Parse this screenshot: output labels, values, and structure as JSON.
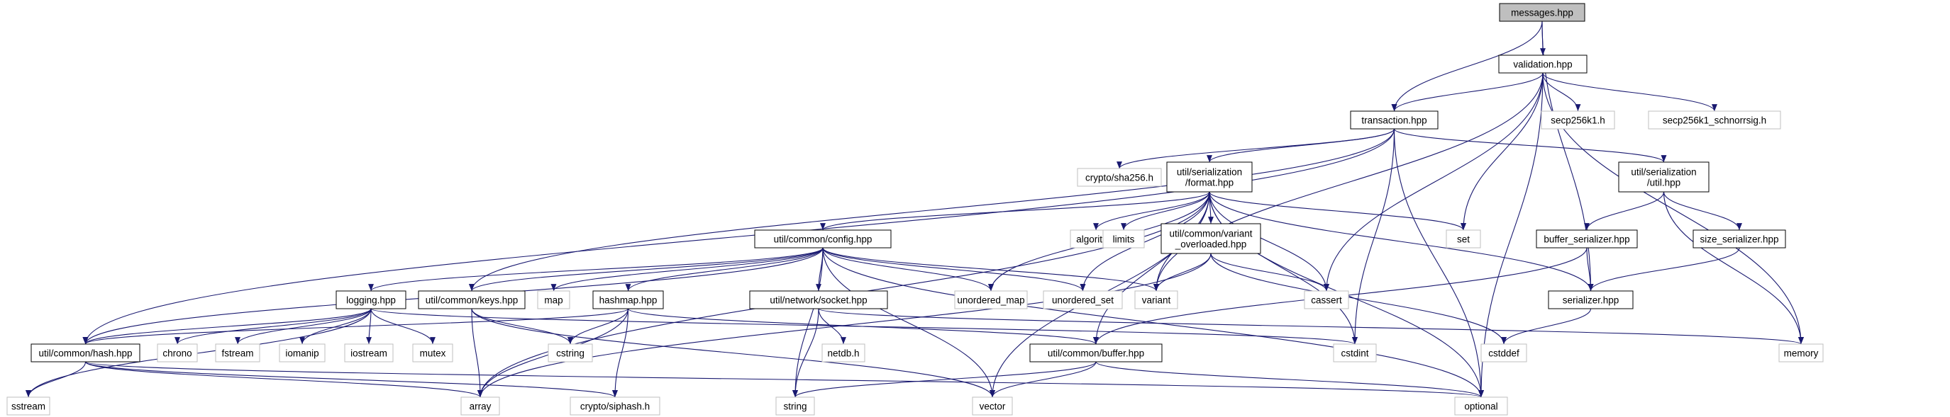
{
  "graph": {
    "edge_color": "#191970",
    "root_fill": "#bfbfbf",
    "external_border": "#bfbfbf",
    "nodes": [
      {
        "id": "messages",
        "label": "messages.hpp",
        "kind": "root"
      },
      {
        "id": "validation",
        "label": "validation.hpp",
        "kind": "header"
      },
      {
        "id": "transaction",
        "label": "transaction.hpp",
        "kind": "header"
      },
      {
        "id": "secp256k1",
        "label": "secp256k1.h",
        "kind": "external"
      },
      {
        "id": "schnorrsig",
        "label": "secp256k1_schnorrsig.h",
        "kind": "external"
      },
      {
        "id": "sha256",
        "label": "crypto/sha256.h",
        "kind": "external"
      },
      {
        "id": "format",
        "label": "util/serialization\n/format.hpp",
        "kind": "header"
      },
      {
        "id": "serutil",
        "label": "util/serialization\n/util.hpp",
        "kind": "header"
      },
      {
        "id": "config",
        "label": "util/common/config.hpp",
        "kind": "header"
      },
      {
        "id": "algorithm",
        "label": "algorithm",
        "kind": "external"
      },
      {
        "id": "limits",
        "label": "limits",
        "kind": "external"
      },
      {
        "id": "variant_ovl",
        "label": "util/common/variant\n_overloaded.hpp",
        "kind": "header"
      },
      {
        "id": "set",
        "label": "set",
        "kind": "external"
      },
      {
        "id": "buffer_ser",
        "label": "buffer_serializer.hpp",
        "kind": "header"
      },
      {
        "id": "size_ser",
        "label": "size_serializer.hpp",
        "kind": "header"
      },
      {
        "id": "logging",
        "label": "logging.hpp",
        "kind": "header"
      },
      {
        "id": "keys",
        "label": "util/common/keys.hpp",
        "kind": "header"
      },
      {
        "id": "map",
        "label": "map",
        "kind": "external"
      },
      {
        "id": "hashmap",
        "label": "hashmap.hpp",
        "kind": "header"
      },
      {
        "id": "socket",
        "label": "util/network/socket.hpp",
        "kind": "header"
      },
      {
        "id": "unordered_map",
        "label": "unordered_map",
        "kind": "external"
      },
      {
        "id": "unordered_set",
        "label": "unordered_set",
        "kind": "external"
      },
      {
        "id": "variant",
        "label": "variant",
        "kind": "external"
      },
      {
        "id": "cassert",
        "label": "cassert",
        "kind": "external"
      },
      {
        "id": "serializer",
        "label": "serializer.hpp",
        "kind": "header"
      },
      {
        "id": "memory",
        "label": "memory",
        "kind": "external"
      },
      {
        "id": "hash",
        "label": "util/common/hash.hpp",
        "kind": "header"
      },
      {
        "id": "chrono",
        "label": "chrono",
        "kind": "external"
      },
      {
        "id": "fstream",
        "label": "fstream",
        "kind": "external"
      },
      {
        "id": "iomanip",
        "label": "iomanip",
        "kind": "external"
      },
      {
        "id": "iostream",
        "label": "iostream",
        "kind": "external"
      },
      {
        "id": "mutex",
        "label": "mutex",
        "kind": "external"
      },
      {
        "id": "cstring",
        "label": "cstring",
        "kind": "external"
      },
      {
        "id": "netdb",
        "label": "netdb.h",
        "kind": "external"
      },
      {
        "id": "buffer",
        "label": "util/common/buffer.hpp",
        "kind": "header"
      },
      {
        "id": "cstdint",
        "label": "cstdint",
        "kind": "external"
      },
      {
        "id": "cstddef",
        "label": "cstddef",
        "kind": "external"
      },
      {
        "id": "sstream",
        "label": "sstream",
        "kind": "external"
      },
      {
        "id": "array",
        "label": "array",
        "kind": "external"
      },
      {
        "id": "siphash",
        "label": "crypto/siphash.h",
        "kind": "external"
      },
      {
        "id": "string",
        "label": "string",
        "kind": "external"
      },
      {
        "id": "vector",
        "label": "vector",
        "kind": "external"
      },
      {
        "id": "optional",
        "label": "optional",
        "kind": "external"
      }
    ],
    "edges": [
      [
        "messages",
        "validation"
      ],
      [
        "messages",
        "transaction"
      ],
      [
        "messages",
        "serializer"
      ],
      [
        "validation",
        "transaction"
      ],
      [
        "validation",
        "secp256k1"
      ],
      [
        "validation",
        "schnorrsig"
      ],
      [
        "validation",
        "set"
      ],
      [
        "validation",
        "cassert"
      ],
      [
        "validation",
        "memory"
      ],
      [
        "validation",
        "optional"
      ],
      [
        "validation",
        "variant"
      ],
      [
        "transaction",
        "sha256"
      ],
      [
        "transaction",
        "format"
      ],
      [
        "transaction",
        "serutil"
      ],
      [
        "transaction",
        "cstdint"
      ],
      [
        "transaction",
        "optional"
      ],
      [
        "transaction",
        "hash"
      ],
      [
        "transaction",
        "keys"
      ],
      [
        "format",
        "config"
      ],
      [
        "format",
        "algorithm"
      ],
      [
        "format",
        "limits"
      ],
      [
        "format",
        "variant_ovl"
      ],
      [
        "format",
        "set"
      ],
      [
        "format",
        "unordered_map"
      ],
      [
        "format",
        "unordered_set"
      ],
      [
        "format",
        "variant"
      ],
      [
        "format",
        "cassert"
      ],
      [
        "format",
        "serializer"
      ],
      [
        "format",
        "cstdint"
      ],
      [
        "format",
        "optional"
      ],
      [
        "format",
        "vector"
      ],
      [
        "format",
        "buffer"
      ],
      [
        "format",
        "array"
      ],
      [
        "serutil",
        "buffer_ser"
      ],
      [
        "serutil",
        "size_ser"
      ],
      [
        "serutil",
        "memory"
      ],
      [
        "buffer_ser",
        "serializer"
      ],
      [
        "buffer_ser",
        "buffer"
      ],
      [
        "size_ser",
        "serializer"
      ],
      [
        "serializer",
        "cstddef"
      ],
      [
        "config",
        "logging"
      ],
      [
        "config",
        "keys"
      ],
      [
        "config",
        "map"
      ],
      [
        "config",
        "hashmap"
      ],
      [
        "config",
        "socket"
      ],
      [
        "config",
        "unordered_map"
      ],
      [
        "config",
        "unordered_set"
      ],
      [
        "config",
        "variant"
      ],
      [
        "config",
        "hash"
      ],
      [
        "config",
        "string"
      ],
      [
        "config",
        "vector"
      ],
      [
        "config",
        "optional"
      ],
      [
        "variant_ovl",
        "variant"
      ],
      [
        "variant_ovl",
        "cassert"
      ],
      [
        "variant_ovl",
        "array"
      ],
      [
        "variant_ovl",
        "cstddef"
      ],
      [
        "logging",
        "hash"
      ],
      [
        "logging",
        "chrono"
      ],
      [
        "logging",
        "fstream"
      ],
      [
        "logging",
        "iomanip"
      ],
      [
        "logging",
        "iostream"
      ],
      [
        "logging",
        "mutex"
      ],
      [
        "logging",
        "sstream"
      ],
      [
        "logging",
        "cstdint"
      ],
      [
        "keys",
        "array"
      ],
      [
        "keys",
        "cstring"
      ],
      [
        "keys",
        "vector"
      ],
      [
        "hashmap",
        "hash"
      ],
      [
        "hashmap",
        "cstring"
      ],
      [
        "hashmap",
        "array"
      ],
      [
        "hashmap",
        "siphash"
      ],
      [
        "hashmap",
        "buffer"
      ],
      [
        "socket",
        "netdb"
      ],
      [
        "socket",
        "string"
      ],
      [
        "socket",
        "memory"
      ],
      [
        "hash",
        "sstream"
      ],
      [
        "hash",
        "array"
      ],
      [
        "hash",
        "siphash"
      ],
      [
        "hash",
        "optional"
      ],
      [
        "buffer",
        "string"
      ],
      [
        "buffer",
        "vector"
      ],
      [
        "buffer",
        "optional"
      ]
    ]
  }
}
